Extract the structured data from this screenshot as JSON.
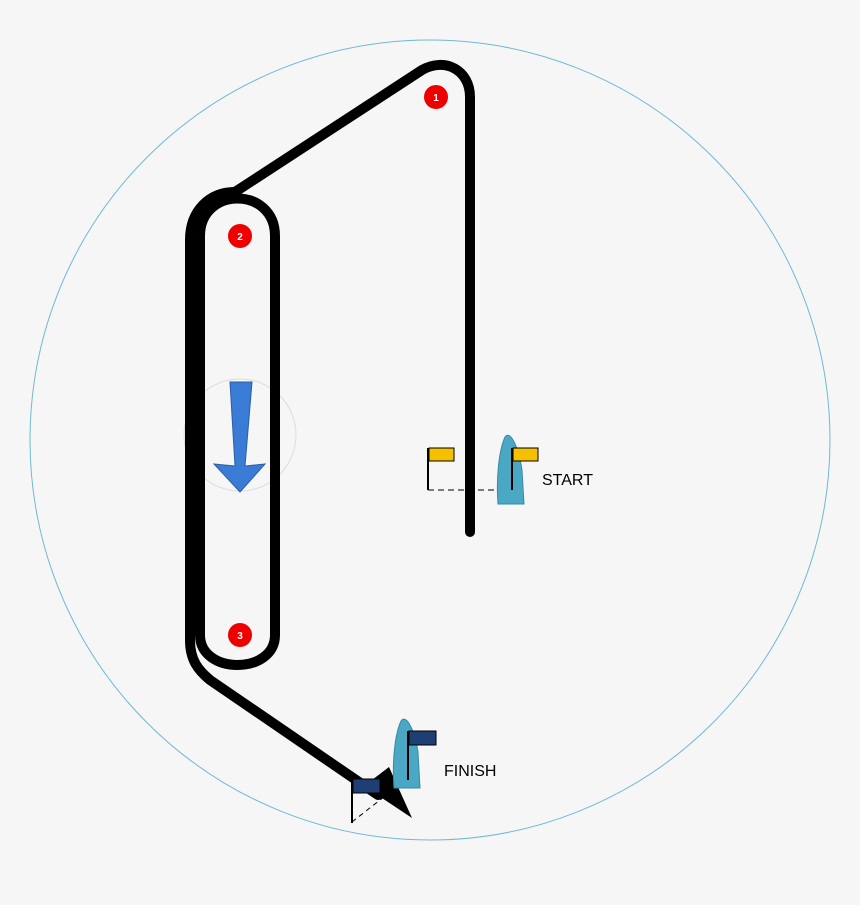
{
  "colors": {
    "background": "#f6f6f6",
    "boundary_circle": "#6fb8d8",
    "course_line": "#000000",
    "mark_fill": "#ee0000",
    "mark_label": "#ffffff",
    "wind_arrow": "#3a7bd5",
    "start_flag": "#f5c000",
    "finish_flag": "#1f3f74",
    "committee_boat": "#4aa8c4"
  },
  "marks": [
    {
      "id": "mark-1",
      "label": "1"
    },
    {
      "id": "mark-2",
      "label": "2"
    },
    {
      "id": "mark-3",
      "label": "3"
    }
  ],
  "start": {
    "label": "START",
    "flag_color": "yellow"
  },
  "finish": {
    "label": "FINISH",
    "flag_color": "dark-blue"
  },
  "icons": {
    "wind": "wind-direction-arrow-icon",
    "start_boat": "committee-boat-icon",
    "finish_boat": "committee-boat-icon",
    "start_pin_flag": "flag-icon",
    "start_boat_flag": "flag-icon",
    "finish_pin_flag": "flag-icon",
    "finish_boat_flag": "flag-icon"
  }
}
